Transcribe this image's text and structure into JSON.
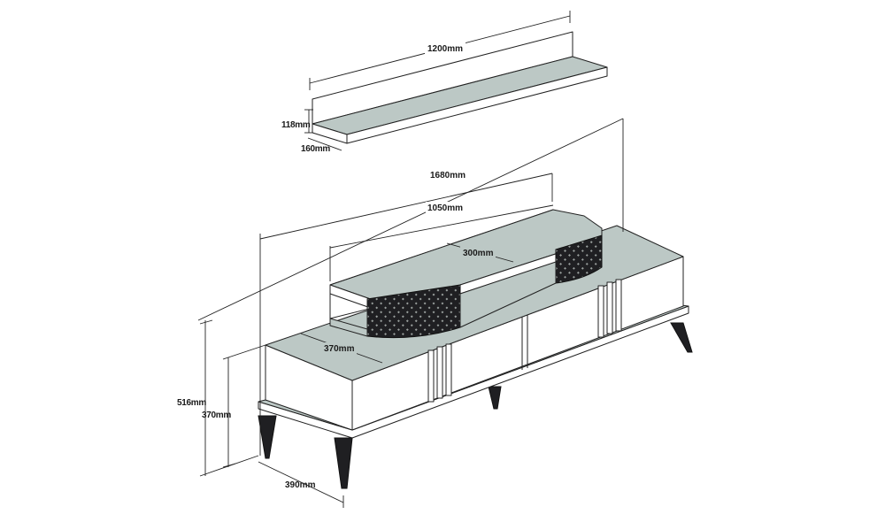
{
  "dimensions": {
    "shelf_width": "1200mm",
    "shelf_height": "118mm",
    "shelf_depth": "160mm",
    "unit_width": "1680mm",
    "upper_width": "1050mm",
    "upper_opening": "300mm",
    "top_depth": "370mm",
    "total_height": "516mm",
    "cabinet_height": "370mm",
    "unit_depth": "390mm"
  },
  "colors": {
    "surface": "#bcc8c5",
    "face": "#ffffff",
    "outline": "#222222",
    "lattice": "#1f1f22"
  }
}
